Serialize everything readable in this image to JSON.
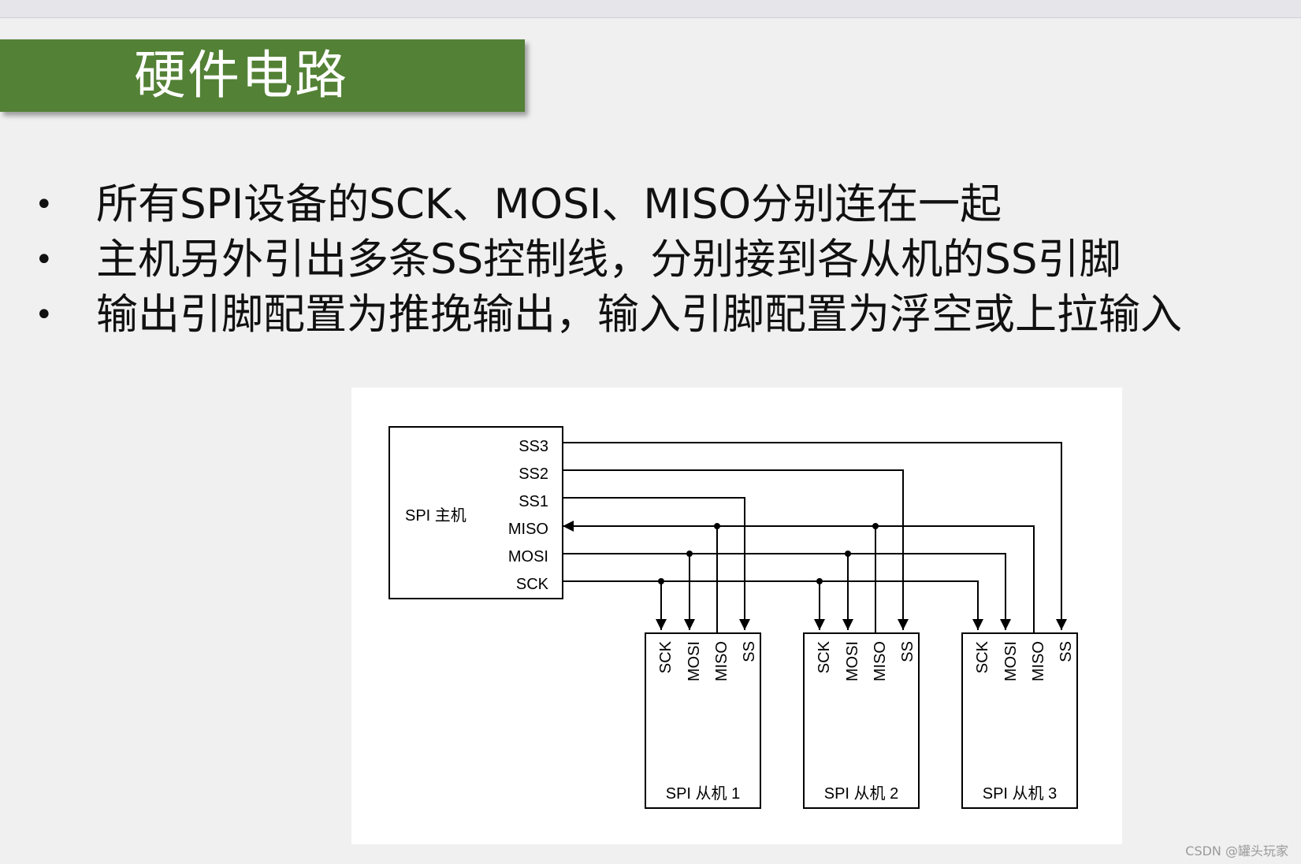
{
  "slide": {
    "title": "硬件电路",
    "bullets": [
      "所有SPI设备的SCK、MOSI、MISO分别连在一起",
      "主机另外引出多条SS控制线，分别接到各从机的SS引脚",
      "输出引脚配置为推挽输出，输入引脚配置为浮空或上拉输入"
    ],
    "bullet_glyph": "•"
  },
  "diagram": {
    "master": {
      "label": "SPI 主机",
      "pins": [
        "SS3",
        "SS2",
        "SS1",
        "MISO",
        "MOSI",
        "SCK"
      ]
    },
    "slaves": [
      {
        "label": "SPI 从机 1",
        "pins": [
          "SCK",
          "MOSI",
          "MISO",
          "SS"
        ]
      },
      {
        "label": "SPI 从机 2",
        "pins": [
          "SCK",
          "MOSI",
          "MISO",
          "SS"
        ]
      },
      {
        "label": "SPI 从机 3",
        "pins": [
          "SCK",
          "MOSI",
          "MISO",
          "SS"
        ]
      }
    ]
  },
  "watermark": "CSDN @罐头玩家",
  "colors": {
    "title_bg": "#538135",
    "title_text": "#ffffff",
    "line": "#000000"
  }
}
